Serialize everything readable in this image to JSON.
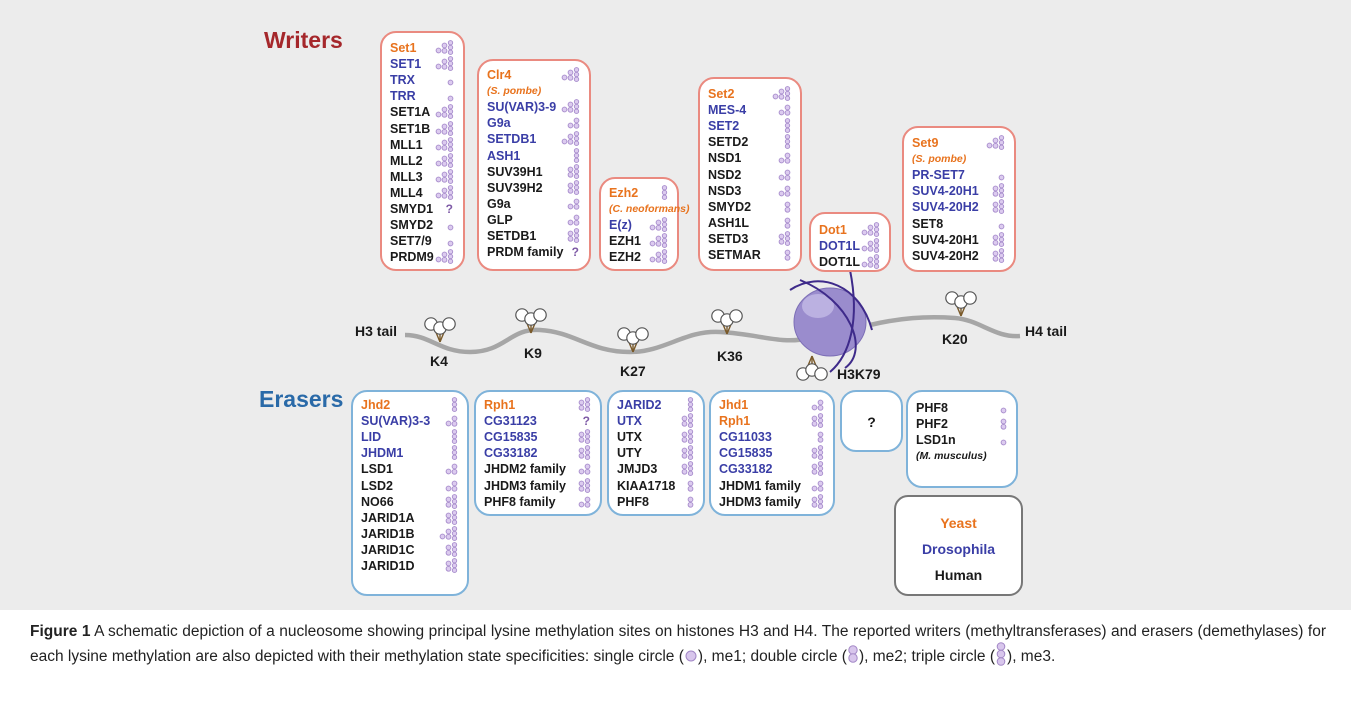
{
  "sections": {
    "writers": "Writers",
    "erasers": "Erasers"
  },
  "colors": {
    "yeast": "#e8731e",
    "drosophila": "#3a3ea6",
    "human": "#1a1a1a",
    "writer_border": "#ea8a80",
    "eraser_border": "#7fb3da",
    "methyl": "#b79bd6"
  },
  "boxes": [
    {
      "id": "writer-k4",
      "kind": "w",
      "rows": [
        {
          "t": "Set1",
          "o": "yeast",
          "m": "123"
        },
        {
          "t": "SET1",
          "o": "fly",
          "m": "123"
        },
        {
          "t": "TRX",
          "o": "fly",
          "m": "1"
        },
        {
          "t": "TRR",
          "o": "fly",
          "m": "1"
        },
        {
          "t": "SET1A",
          "o": "human",
          "m": "123"
        },
        {
          "t": "SET1B",
          "o": "human",
          "m": "123"
        },
        {
          "t": "MLL1",
          "o": "human",
          "m": "123"
        },
        {
          "t": "MLL2",
          "o": "human",
          "m": "123"
        },
        {
          "t": "MLL3",
          "o": "human",
          "m": "123"
        },
        {
          "t": "MLL4",
          "o": "human",
          "m": "123"
        },
        {
          "t": "SMYD1",
          "o": "human",
          "m": "?"
        },
        {
          "t": "SMYD2",
          "o": "human",
          "m": "1"
        },
        {
          "t": "SET7/9",
          "o": "human",
          "m": "1"
        },
        {
          "t": "PRDM9",
          "o": "human",
          "m": "123"
        }
      ]
    },
    {
      "id": "writer-k9",
      "kind": "w",
      "rows": [
        {
          "t": "Clr4",
          "o": "yeast",
          "m": "123"
        },
        {
          "t": "(S. pombe)",
          "o": "yeast",
          "sp": true
        },
        {
          "t": "SU(VAR)3-9",
          "o": "fly",
          "m": "123"
        },
        {
          "t": "G9a",
          "o": "fly",
          "m": "12"
        },
        {
          "t": "SETDB1",
          "o": "fly",
          "m": "123"
        },
        {
          "t": "ASH1",
          "o": "fly",
          "m": "3"
        },
        {
          "t": "SUV39H1",
          "o": "human",
          "m": "23"
        },
        {
          "t": "SUV39H2",
          "o": "human",
          "m": "23"
        },
        {
          "t": "G9a",
          "o": "human",
          "m": "12"
        },
        {
          "t": "GLP",
          "o": "human",
          "m": "12"
        },
        {
          "t": "SETDB1",
          "o": "human",
          "m": "23"
        },
        {
          "t": "PRDM family",
          "o": "human",
          "m": "?"
        }
      ]
    },
    {
      "id": "writer-k27",
      "kind": "w",
      "rows": [
        {
          "t": "Ezh2",
          "o": "yeast",
          "m": "3"
        },
        {
          "t": "(C. neoformans)",
          "o": "yeast",
          "sp": true
        },
        {
          "t": "E(z)",
          "o": "fly",
          "m": "123"
        },
        {
          "t": "EZH1",
          "o": "human",
          "m": "123"
        },
        {
          "t": "EZH2",
          "o": "human",
          "m": "123"
        }
      ]
    },
    {
      "id": "writer-k36",
      "kind": "w",
      "rows": [
        {
          "t": "Set2",
          "o": "yeast",
          "m": "123"
        },
        {
          "t": "MES-4",
          "o": "fly",
          "m": "12"
        },
        {
          "t": "SET2",
          "o": "fly",
          "m": "3"
        },
        {
          "t": "SETD2",
          "o": "human",
          "m": "3"
        },
        {
          "t": "NSD1",
          "o": "human",
          "m": "12"
        },
        {
          "t": "NSD2",
          "o": "human",
          "m": "12"
        },
        {
          "t": "NSD3",
          "o": "human",
          "m": "12"
        },
        {
          "t": "SMYD2",
          "o": "human",
          "m": "2"
        },
        {
          "t": "ASH1L",
          "o": "human",
          "m": "2"
        },
        {
          "t": "SETD3",
          "o": "human",
          "m": "23"
        },
        {
          "t": "SETMAR",
          "o": "human",
          "m": "2"
        }
      ]
    },
    {
      "id": "writer-k79",
      "kind": "w",
      "rows": [
        {
          "t": "Dot1",
          "o": "yeast",
          "m": "123"
        },
        {
          "t": "DOT1L",
          "o": "fly",
          "m": "123"
        },
        {
          "t": "DOT1L",
          "o": "human",
          "m": "123"
        }
      ]
    },
    {
      "id": "writer-k20",
      "kind": "w",
      "rows": [
        {
          "t": "Set9",
          "o": "yeast",
          "m": "123"
        },
        {
          "t": "(S. pombe)",
          "o": "yeast",
          "sp": true
        },
        {
          "t": "PR-SET7",
          "o": "fly",
          "m": "1"
        },
        {
          "t": "SUV4-20H1",
          "o": "fly",
          "m": "23"
        },
        {
          "t": "SUV4-20H2",
          "o": "fly",
          "m": "23"
        },
        {
          "t": "SET8",
          "o": "human",
          "m": "1"
        },
        {
          "t": "SUV4-20H1",
          "o": "human",
          "m": "23"
        },
        {
          "t": "SUV4-20H2",
          "o": "human",
          "m": "23"
        }
      ]
    },
    {
      "id": "eraser-k4",
      "kind": "e",
      "rows": [
        {
          "t": "Jhd2",
          "o": "yeast",
          "m": "3"
        },
        {
          "t": "SU(VAR)3-3",
          "o": "fly",
          "m": "12"
        },
        {
          "t": "LID",
          "o": "fly",
          "m": "3"
        },
        {
          "t": "JHDM1",
          "o": "fly",
          "m": "3"
        },
        {
          "t": "LSD1",
          "o": "human",
          "m": "12"
        },
        {
          "t": "LSD2",
          "o": "human",
          "m": "12"
        },
        {
          "t": "NO66",
          "o": "human",
          "m": "23"
        },
        {
          "t": "JARID1A",
          "o": "human",
          "m": "23"
        },
        {
          "t": "JARID1B",
          "o": "human",
          "m": "123"
        },
        {
          "t": "JARID1C",
          "o": "human",
          "m": "23"
        },
        {
          "t": "JARID1D",
          "o": "human",
          "m": "23"
        }
      ]
    },
    {
      "id": "eraser-k9",
      "kind": "e",
      "rows": [
        {
          "t": "Rph1",
          "o": "yeast",
          "m": "23"
        },
        {
          "t": "CG31123",
          "o": "fly",
          "m": "?"
        },
        {
          "t": "CG15835",
          "o": "fly",
          "m": "23"
        },
        {
          "t": "CG33182",
          "o": "fly",
          "m": "23"
        },
        {
          "t": "JHDM2 family",
          "o": "human",
          "m": "12"
        },
        {
          "t": "JHDM3 family",
          "o": "human",
          "m": "23"
        },
        {
          "t": "PHF8 family",
          "o": "human",
          "m": "12"
        }
      ]
    },
    {
      "id": "eraser-k27",
      "kind": "e",
      "rows": [
        {
          "t": "JARID2",
          "o": "fly",
          "m": "3"
        },
        {
          "t": "UTX",
          "o": "fly",
          "m": "23"
        },
        {
          "t": "UTX",
          "o": "human",
          "m": "23"
        },
        {
          "t": "UTY",
          "o": "human",
          "m": "23"
        },
        {
          "t": "JMJD3",
          "o": "human",
          "m": "23"
        },
        {
          "t": "KIAA1718",
          "o": "human",
          "m": "2"
        },
        {
          "t": "PHF8",
          "o": "human",
          "m": "2"
        }
      ]
    },
    {
      "id": "eraser-k36",
      "kind": "e",
      "rows": [
        {
          "t": "Jhd1",
          "o": "yeast",
          "m": "12"
        },
        {
          "t": "Rph1",
          "o": "yeast",
          "m": "23"
        },
        {
          "t": "CG11033",
          "o": "fly",
          "m": "2"
        },
        {
          "t": "CG15835",
          "o": "fly",
          "m": "23"
        },
        {
          "t": "CG33182",
          "o": "fly",
          "m": "23"
        },
        {
          "t": "JHDM1 family",
          "o": "human",
          "m": "12"
        },
        {
          "t": "JHDM3 family",
          "o": "human",
          "m": "23"
        }
      ]
    },
    {
      "id": "eraser-k79",
      "kind": "e",
      "rows": [
        {
          "t": "?",
          "o": "human",
          "center": true
        }
      ]
    },
    {
      "id": "eraser-k20",
      "kind": "e",
      "rows": [
        {
          "t": "PHF8",
          "o": "human",
          "m": "1"
        },
        {
          "t": "PHF2",
          "o": "human",
          "m": "2"
        },
        {
          "t": "LSD1n",
          "o": "human",
          "m": "1"
        },
        {
          "t": "(M. musculus)",
          "o": "human",
          "sp": true
        }
      ]
    }
  ],
  "tails": {
    "h3": "H3 tail",
    "h4": "H4 tail"
  },
  "sites": [
    "K4",
    "K9",
    "K27",
    "K36",
    "H3K79",
    "K20"
  ],
  "legend": {
    "yeast": "Yeast",
    "drosophila": "Drosophila",
    "human": "Human"
  },
  "caption": {
    "label": "Figure 1",
    "text1": " A schematic depiction of a nucleosome showing principal lysine methylation sites on histones H3 and H4. The reported writers (methyltransferases) and erasers (demethylases) for each lysine methylation are also depicted with their methylation state specificities: single circle (",
    "text2": "), me1; double circle (",
    "text3": "), me2; triple circle (",
    "text4": "), me3."
  }
}
